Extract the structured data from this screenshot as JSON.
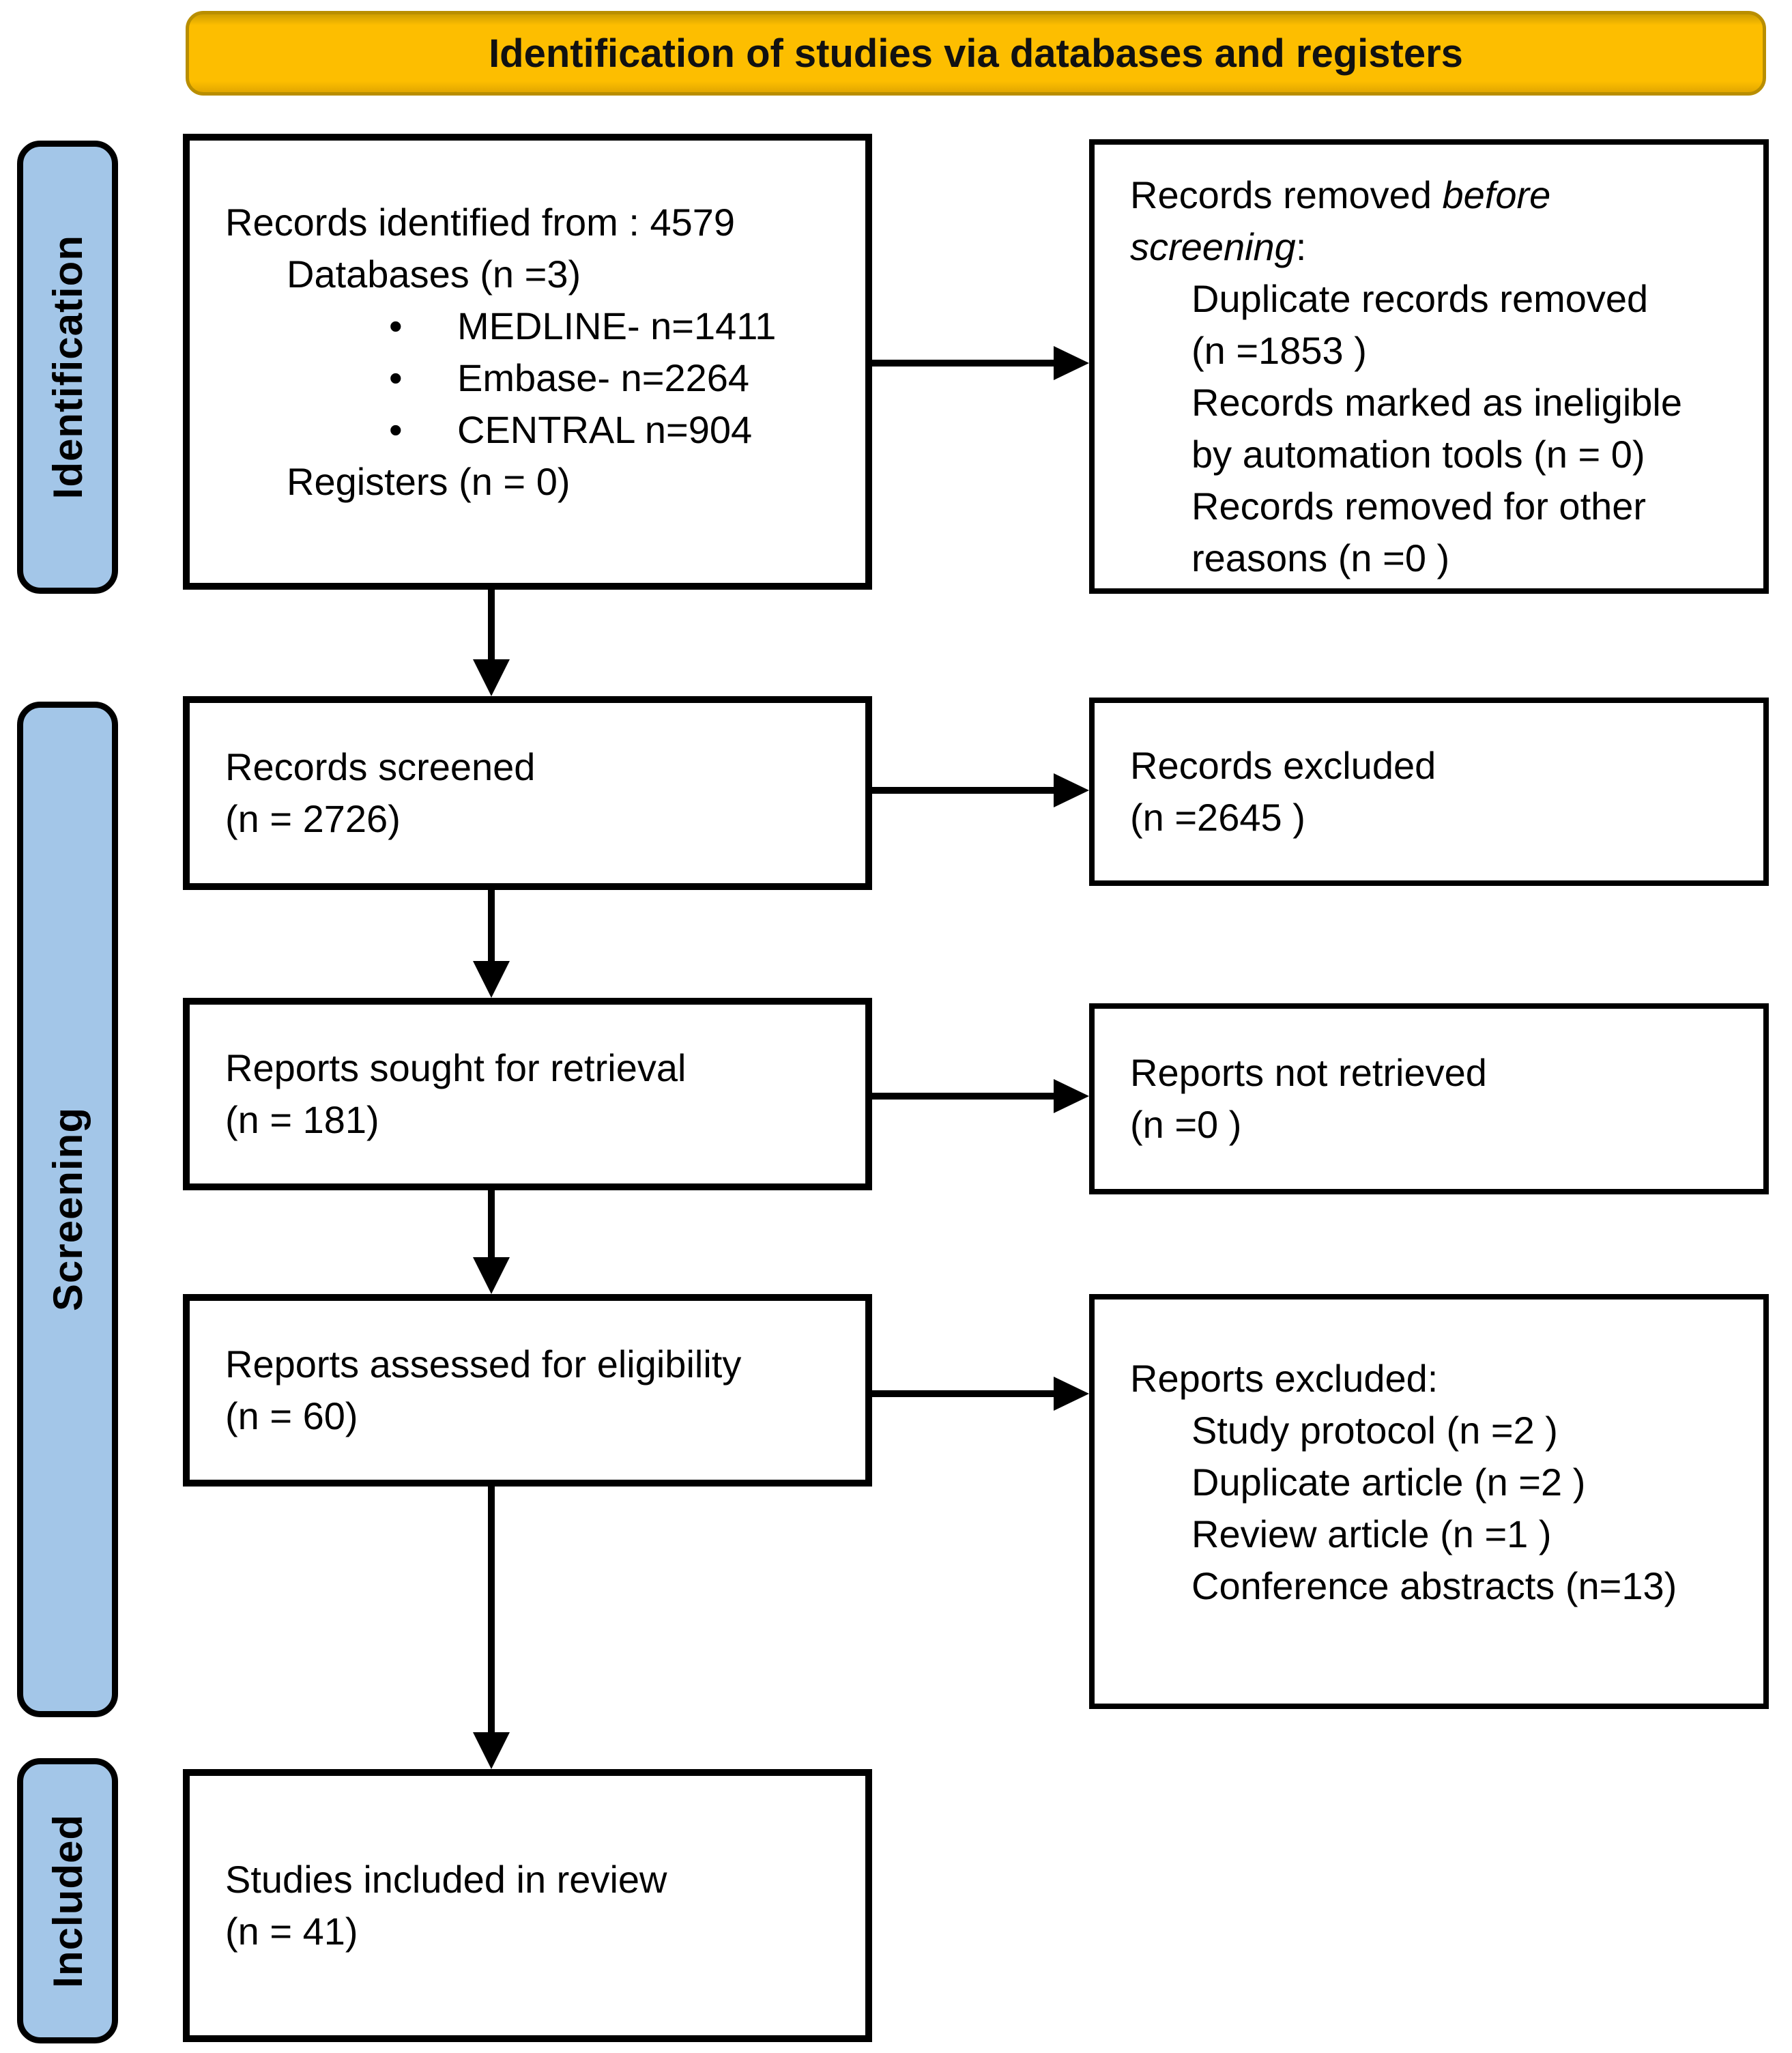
{
  "banner": {
    "title": "Identification of studies via databases and registers"
  },
  "colors": {
    "banner_fill": "#FDBE00",
    "banner_border": "#B98E00",
    "sidebar_fill": "#A3C6E8",
    "box_border": "#000000",
    "text": "#000000"
  },
  "sidebar": {
    "labels": [
      {
        "id": "identification",
        "text": "Identification"
      },
      {
        "id": "screening",
        "text": "Screening"
      },
      {
        "id": "included",
        "text": "Included"
      }
    ]
  },
  "boxes": {
    "records_identified": {
      "lines": [
        {
          "indent": 0,
          "runs": [
            {
              "text": "Records identified from : 4579"
            }
          ]
        },
        {
          "indent": 1,
          "runs": [
            {
              "text": "Databases (n =3)"
            }
          ]
        },
        {
          "indent": 2,
          "bullet": true,
          "runs": [
            {
              "text": "MEDLINE- n=1411"
            }
          ]
        },
        {
          "indent": 2,
          "bullet": true,
          "runs": [
            {
              "text": "Embase- n=2264"
            }
          ]
        },
        {
          "indent": 2,
          "bullet": true,
          "runs": [
            {
              "text": "CENTRAL n=904"
            }
          ]
        },
        {
          "indent": 1,
          "runs": [
            {
              "text": "Registers (n = 0)"
            }
          ]
        }
      ]
    },
    "records_removed": {
      "lines": [
        {
          "indent": 0,
          "runs": [
            {
              "text": "Records removed "
            },
            {
              "text": "before",
              "italic": true
            }
          ]
        },
        {
          "indent": 0,
          "runs": [
            {
              "text": "screening",
              "italic": true
            },
            {
              "text": ":"
            }
          ]
        },
        {
          "indent": 1,
          "runs": [
            {
              "text": "Duplicate records removed"
            }
          ]
        },
        {
          "indent": 1,
          "runs": [
            {
              "text": "(n =1853 )"
            }
          ]
        },
        {
          "indent": 1,
          "runs": [
            {
              "text": "Records marked as ineligible"
            }
          ]
        },
        {
          "indent": 1,
          "runs": [
            {
              "text": "by automation tools (n = 0)"
            }
          ]
        },
        {
          "indent": 1,
          "runs": [
            {
              "text": "Records removed for other"
            }
          ]
        },
        {
          "indent": 1,
          "runs": [
            {
              "text": "reasons (n =0 )"
            }
          ]
        }
      ]
    },
    "records_screened": {
      "lines": [
        {
          "indent": 0,
          "runs": [
            {
              "text": "Records screened"
            }
          ]
        },
        {
          "indent": 0,
          "runs": [
            {
              "text": "(n = 2726)"
            }
          ]
        }
      ]
    },
    "records_excluded": {
      "lines": [
        {
          "indent": 0,
          "runs": [
            {
              "text": "Records excluded"
            }
          ]
        },
        {
          "indent": 0,
          "runs": [
            {
              "text": "(n =2645 )"
            }
          ]
        }
      ]
    },
    "reports_sought": {
      "lines": [
        {
          "indent": 0,
          "runs": [
            {
              "text": "Reports sought for retrieval"
            }
          ]
        },
        {
          "indent": 0,
          "runs": [
            {
              "text": "(n = 181)"
            }
          ]
        }
      ]
    },
    "reports_not_retrieved": {
      "lines": [
        {
          "indent": 0,
          "runs": [
            {
              "text": "Reports not retrieved"
            }
          ]
        },
        {
          "indent": 0,
          "runs": [
            {
              "text": "(n =0 )"
            }
          ]
        }
      ]
    },
    "reports_assessed": {
      "lines": [
        {
          "indent": 0,
          "runs": [
            {
              "text": "Reports assessed for eligibility"
            }
          ]
        },
        {
          "indent": 0,
          "runs": [
            {
              "text": "(n = 60)"
            }
          ]
        }
      ]
    },
    "reports_excluded": {
      "lines": [
        {
          "indent": 0,
          "runs": [
            {
              "text": "Reports excluded:"
            }
          ]
        },
        {
          "indent": 1,
          "runs": [
            {
              "text": "Study protocol (n =2 )"
            }
          ]
        },
        {
          "indent": 1,
          "runs": [
            {
              "text": "Duplicate article (n =2 )"
            }
          ]
        },
        {
          "indent": 1,
          "runs": [
            {
              "text": "Review article (n =1 )"
            }
          ]
        },
        {
          "indent": 1,
          "runs": [
            {
              "text": "Conference abstracts (n=13)"
            }
          ]
        }
      ]
    },
    "studies_included": {
      "lines": [
        {
          "indent": 0,
          "runs": [
            {
              "text": "Studies included in review"
            }
          ]
        },
        {
          "indent": 0,
          "runs": [
            {
              "text": "(n = 41)"
            }
          ]
        }
      ]
    }
  }
}
